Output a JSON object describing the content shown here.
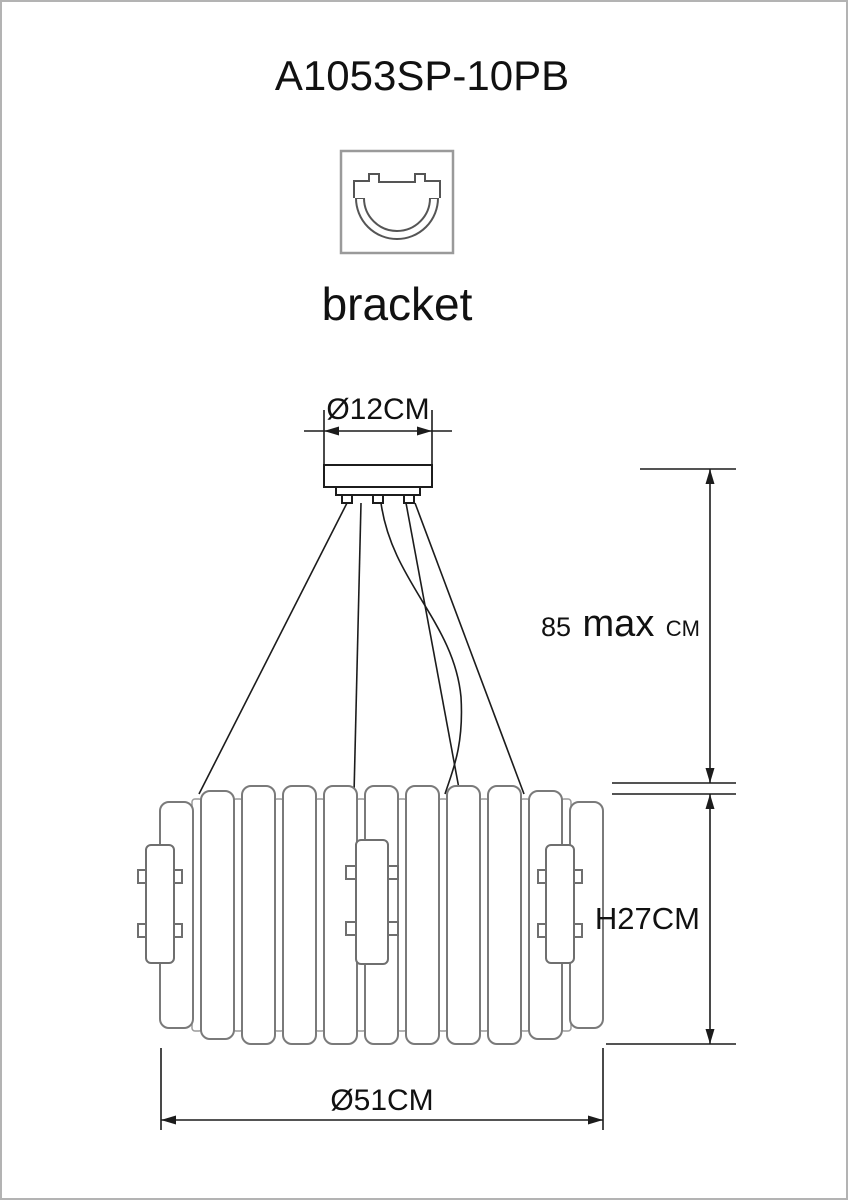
{
  "title": {
    "model": "A1053SP-10PB"
  },
  "bracket": {
    "label": "bracket"
  },
  "dimensions": {
    "canopy_diameter": "Ø12CM",
    "suspension": {
      "value": "85",
      "qualifier": "max",
      "unit": "CM"
    },
    "drum_height": "H27CM",
    "drum_diameter": "Ø51CM"
  },
  "colors": {
    "line": "#1c1c1c",
    "drum_line": "#7a7a7a",
    "page_border": "#b3b3b3",
    "text": "#111111"
  }
}
